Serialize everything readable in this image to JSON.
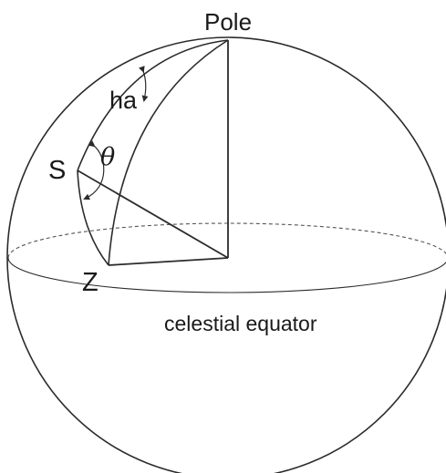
{
  "diagram": {
    "labels": {
      "pole": "Pole",
      "hour_angle": "ha",
      "theta": "θ",
      "star": "S",
      "zenith": "Z",
      "equator": "celestial equator"
    },
    "colors": {
      "line": "#2b2b2b",
      "text": "#1a1a1a",
      "background": "#ffffff"
    }
  }
}
